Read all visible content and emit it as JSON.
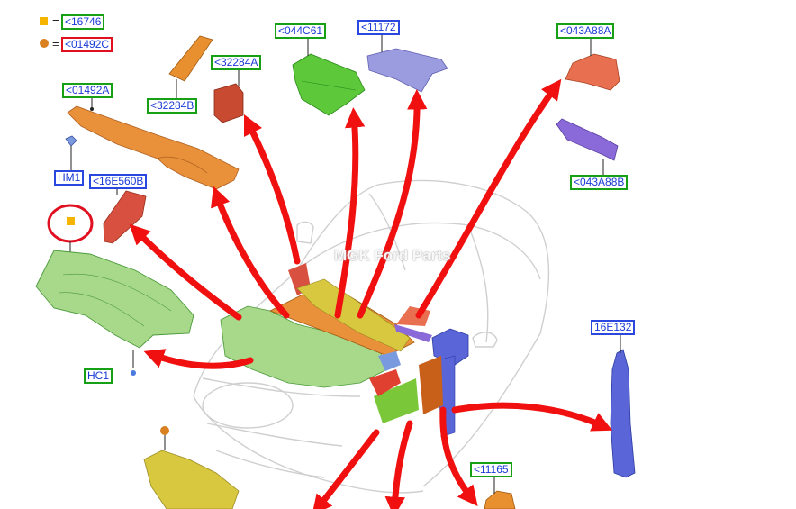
{
  "legend": {
    "square_code": "<16746",
    "circle_code": "<01492C",
    "square_color": "#f5b400",
    "circle_color": "#d98020",
    "equals": "="
  },
  "watermark": "MGK Ford Parts",
  "labels": {
    "p16746": "<16746",
    "p01492C": "<01492C",
    "p01492A": "<01492A",
    "p32284B": "<32284B",
    "p32284A": "<32284A",
    "p044C61": "<044C61",
    "p11172": "<11172",
    "p043A88A": "<043A88A",
    "p043A88B": "<043A88B",
    "pHM1": "HM1",
    "p16E560B": "<16E560B",
    "pHC1": "HC1",
    "p16E132": "16E132",
    "p11165": "<11165"
  },
  "colors": {
    "arrow": "#f01010",
    "green_part": "#5cc83a",
    "light_green_part": "#a8d88a",
    "orange_part": "#e8903a",
    "red_part": "#c84a30",
    "purple_part": "#8f8fe0",
    "blue_part": "#5a66d8",
    "yellow_part": "#d8c840"
  }
}
